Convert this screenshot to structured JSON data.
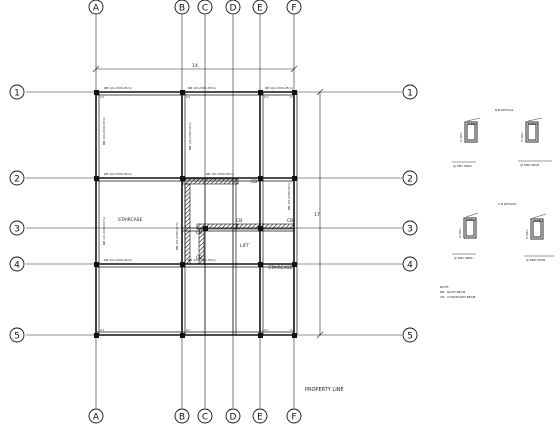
{
  "grid": {
    "columns": [
      "A",
      "B",
      "C",
      "D",
      "E",
      "F"
    ],
    "rows": [
      "1",
      "2",
      "3",
      "4",
      "5"
    ]
  },
  "dims": {
    "width": "14",
    "height": "17"
  },
  "plan_labels": {
    "staircase_main": "STAIRCASE",
    "staircase_small": "STAIRCASE",
    "lift": "LIFT",
    "property_line": "PROPERTY LINE",
    "cb": "CB"
  },
  "beam_tag": "RB 1(0.23X0.45m)",
  "col_tag": "C1",
  "details": {
    "rb_title": "R.B DETAILS",
    "cb_title": "C.B DETAILS",
    "mid_span": "@ MID SPAN",
    "end_span": "@ END SPAN",
    "sec_w_rb": "0.23m",
    "sec_h_rb": "0.30m",
    "sec_w_cb": "0.15m",
    "sec_h_cb": "0.30m"
  },
  "notes": {
    "title": "NOTE:",
    "line1": "RB - ROOF BEAM",
    "line2": "CB - CONCEALED BEAM"
  }
}
